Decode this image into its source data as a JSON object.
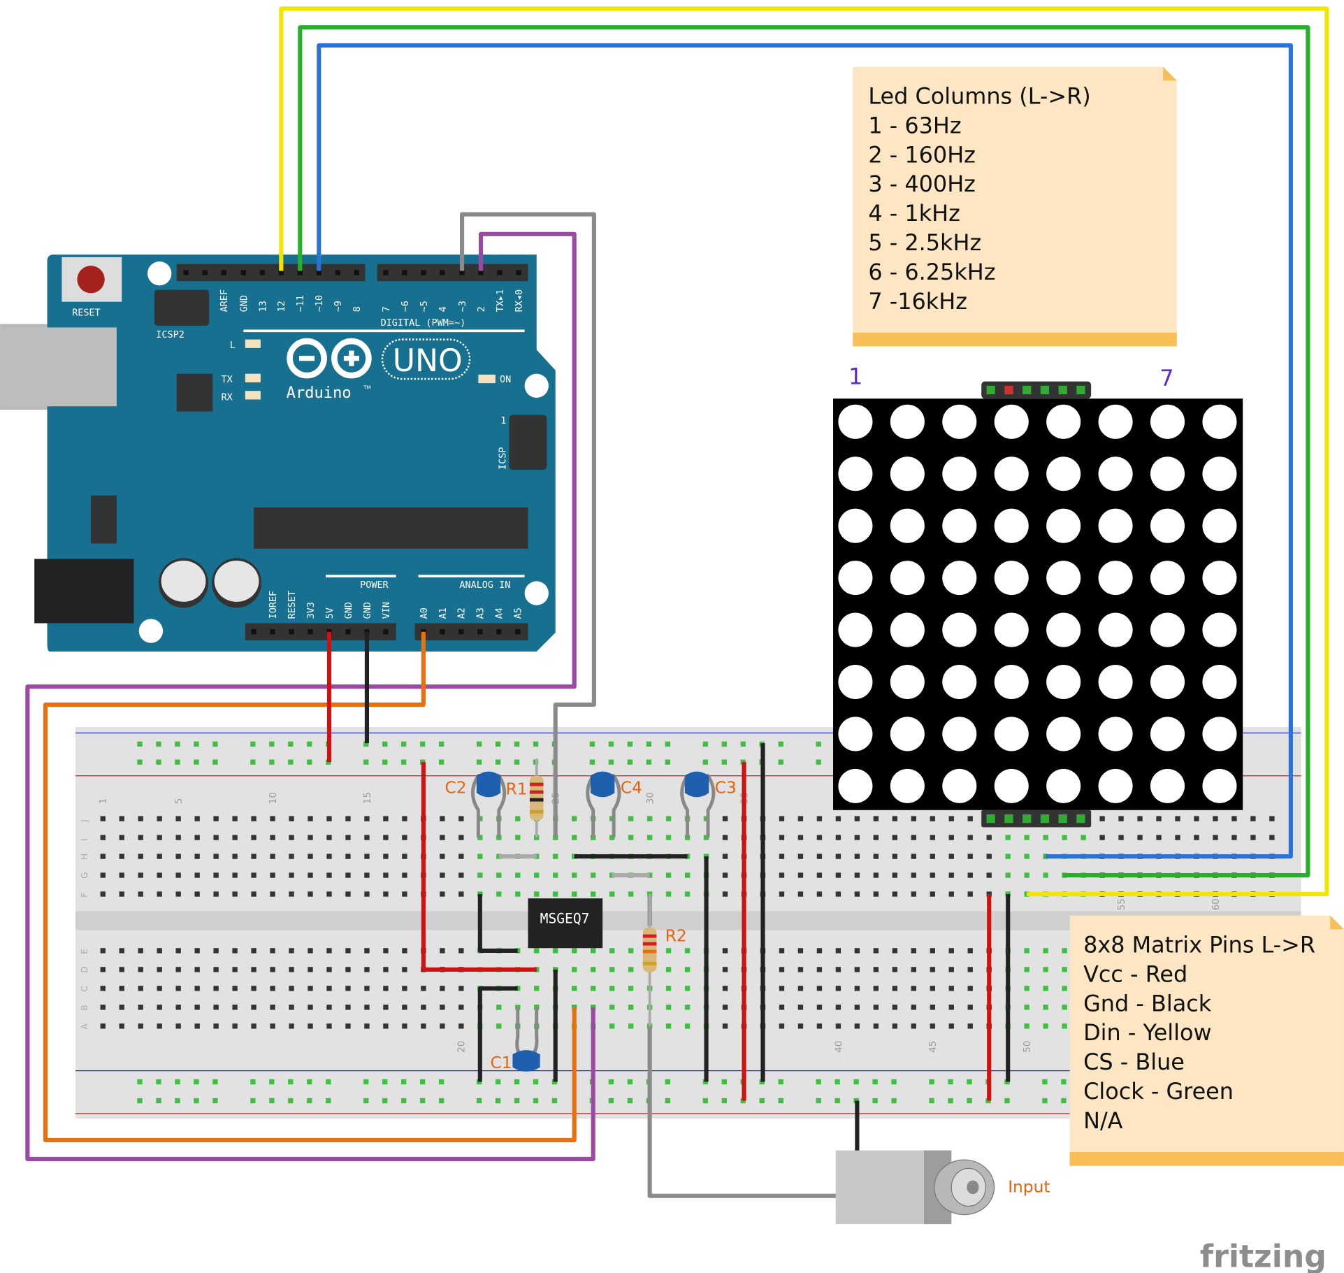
{
  "notes": {
    "led_columns": {
      "title": "Led Columns (L->R)",
      "lines": [
        "1 - 63Hz",
        "2 - 160Hz",
        "3 - 400Hz",
        "4 - 1kHz",
        "5 - 2.5kHz",
        "6 - 6.25kHz",
        "7 -16kHz"
      ]
    },
    "matrix_pins": {
      "title": "8x8 Matrix Pins L->R",
      "lines": [
        "Vcc - Red",
        "Gnd - Black",
        "Din - Yellow",
        "CS - Blue",
        "Clock - Green",
        "N/A"
      ]
    }
  },
  "arduino": {
    "reset": "RESET",
    "icsp2": "ICSP2",
    "icsp": "ICSP",
    "icsp_pin1": "1",
    "logo_text": "Arduino",
    "tm": "TM",
    "model": "UNO",
    "led_l": "L",
    "led_tx": "TX",
    "led_rx": "RX",
    "led_on": "ON",
    "digital_title": "DIGITAL (PWM=~)",
    "digital_pins": [
      "AREF",
      "GND",
      "13",
      "12",
      "~11",
      "~10",
      "~9",
      "8",
      "7",
      "~6",
      "~5",
      "4",
      "~3",
      "2",
      "TX▸1",
      "RX◂0"
    ],
    "power_title": "POWER",
    "power_pins": [
      "IOREF",
      "RESET",
      "3V3",
      "5V",
      "GND",
      "GND",
      "VIN"
    ],
    "analog_title": "ANALOG IN",
    "analog_pins": [
      "A0",
      "A1",
      "A2",
      "A3",
      "A4",
      "A5"
    ]
  },
  "breadboard": {
    "rows_top": [
      "J",
      "I",
      "H",
      "G",
      "F"
    ],
    "rows_bottom": [
      "E",
      "D",
      "C",
      "B",
      "A"
    ],
    "column_numbers": [
      "1",
      "5",
      "10",
      "15",
      "20",
      "25",
      "30",
      "35",
      "40",
      "45",
      "50",
      "55",
      "60"
    ]
  },
  "components": {
    "chip": "MSGEQ7",
    "c1": "C1",
    "c2": "C2",
    "c3": "C3",
    "c4": "C4",
    "r1": "R1",
    "r2": "R2",
    "input": "Input"
  },
  "matrix": {
    "first_column": "1",
    "last_column": "7",
    "rows": 8,
    "cols": 8
  },
  "logo": "fritzing",
  "colors": {
    "arduino": "#17708f",
    "wire_yellow": "#f2e600",
    "wire_green": "#27b12a",
    "wire_blue": "#2a72d6",
    "wire_gray": "#8a8a8a",
    "wire_purple": "#9b4aa3",
    "wire_orange": "#e8700f",
    "wire_red": "#cc1212",
    "wire_black": "#222222",
    "note": "#fde6c4",
    "note_band": "#f8be57",
    "label": "#e8620c",
    "matrix_label": "#5b2bd0"
  }
}
